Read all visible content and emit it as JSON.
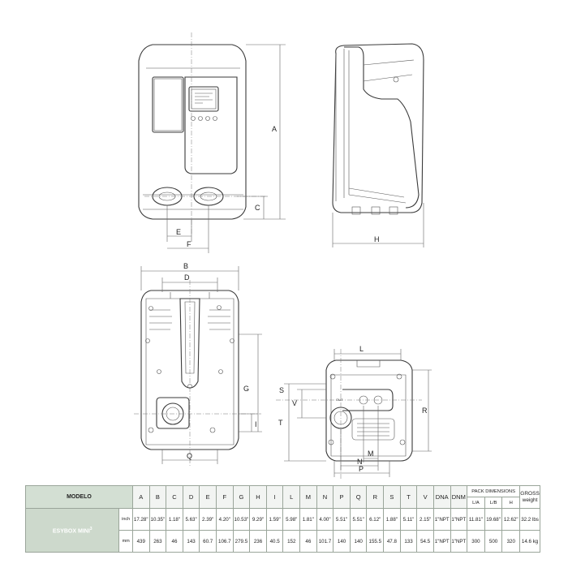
{
  "dimension_labels": {
    "front": {
      "a": "A",
      "c": "C",
      "e": "E",
      "f": "F"
    },
    "side": {
      "h": "H"
    },
    "bottom": {
      "b": "B",
      "d": "D",
      "g": "G",
      "i": "I",
      "q": "Q"
    },
    "rear": {
      "l": "L",
      "s": "S",
      "v": "V",
      "t": "T",
      "r": "R",
      "m": "M",
      "n": "N",
      "p": "P",
      "out": "OUT"
    }
  },
  "table": {
    "modelo_header": "MODELO",
    "columns": [
      "A",
      "B",
      "C",
      "D",
      "E",
      "F",
      "G",
      "H",
      "I",
      "L",
      "M",
      "N",
      "P",
      "Q",
      "R",
      "S",
      "T",
      "V",
      "DNA",
      "DNM"
    ],
    "pack_header": "PACK DIMENSIONS",
    "pack_columns": [
      "L/A",
      "L/B",
      "H"
    ],
    "gross_header": "GROSS weight",
    "model_name": "ESYBOX MINI",
    "model_superscript": "3",
    "rows": [
      {
        "unit": "inch",
        "values": [
          "17.28\"",
          "10.35\"",
          "1.18\"",
          "5.63\"",
          "2.39\"",
          "4.20\"",
          "10.53\"",
          "9.29\"",
          "1.59\"",
          "5.98\"",
          "1.81\"",
          "4.00\"",
          "5.51\"",
          "5.51\"",
          "6.12\"",
          "1.88\"",
          "5.11\"",
          "2.15\"",
          "1\"NPT",
          "1\"NPT"
        ],
        "pack": [
          "11.81\"",
          "19.68\"",
          "12.62\""
        ],
        "gross": "32.2 lbs"
      },
      {
        "unit": "mm",
        "values": [
          "439",
          "263",
          "46",
          "143",
          "60.7",
          "106.7",
          "279.5",
          "236",
          "40.5",
          "152",
          "46",
          "101.7",
          "140",
          "140",
          "155.5",
          "47.8",
          "133",
          "54.5",
          "1\"NPT",
          "1\"NPT"
        ],
        "pack": [
          "300",
          "500",
          "320"
        ],
        "gross": "14.6 kg"
      }
    ]
  }
}
